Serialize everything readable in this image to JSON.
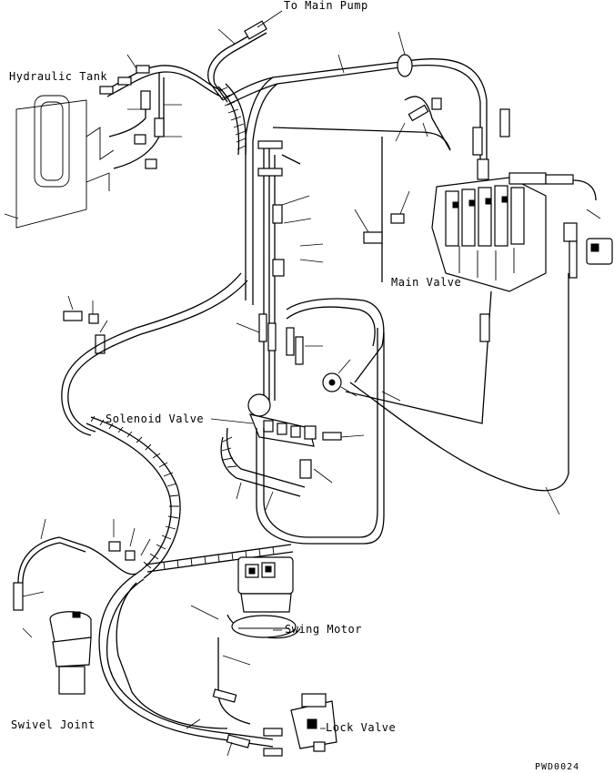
{
  "labels": {
    "to_main_pump": "To Main Pump",
    "hydraulic_tank": "Hydraulic Tank",
    "main_valve": "Main Valve",
    "solenoid_valve": "Solenoid Valve",
    "swing_motor": "Swing Motor",
    "swivel_joint": "Swivel Joint",
    "lock_valve": "Lock Valve",
    "drawing_code": "PWD0024"
  }
}
